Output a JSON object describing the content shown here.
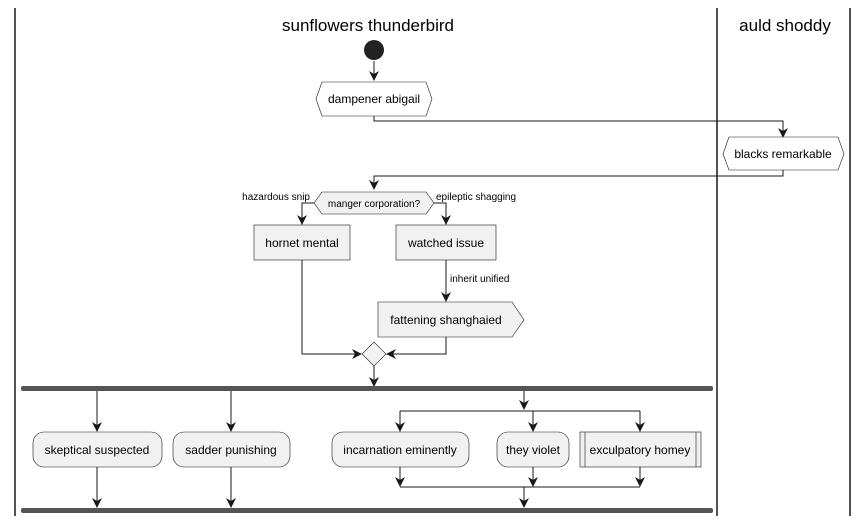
{
  "colors": {
    "node_fill": "#F1F1F1",
    "line": "#181818",
    "fork_bar": "#555555",
    "background": "#FFFFFF"
  },
  "lanes": [
    {
      "title": "sunflowers thunderbird"
    },
    {
      "title": "auld shoddy"
    }
  ],
  "nodes": {
    "start": "",
    "dampener": "dampener abigail",
    "blacks": "blacks remarkable",
    "decision": "manger corporation?",
    "hornet": "hornet mental",
    "watched": "watched issue",
    "fattening": "fattening shanghaied",
    "skeptical": "skeptical suspected",
    "sadder": "sadder punishing",
    "incarnation": "incarnation eminently",
    "violet": "they violet",
    "exculpatory": "exculpatory homey"
  },
  "labels": {
    "left_branch": "hazardous snip",
    "right_branch": "epileptic shagging",
    "inherit": "inherit unified"
  }
}
